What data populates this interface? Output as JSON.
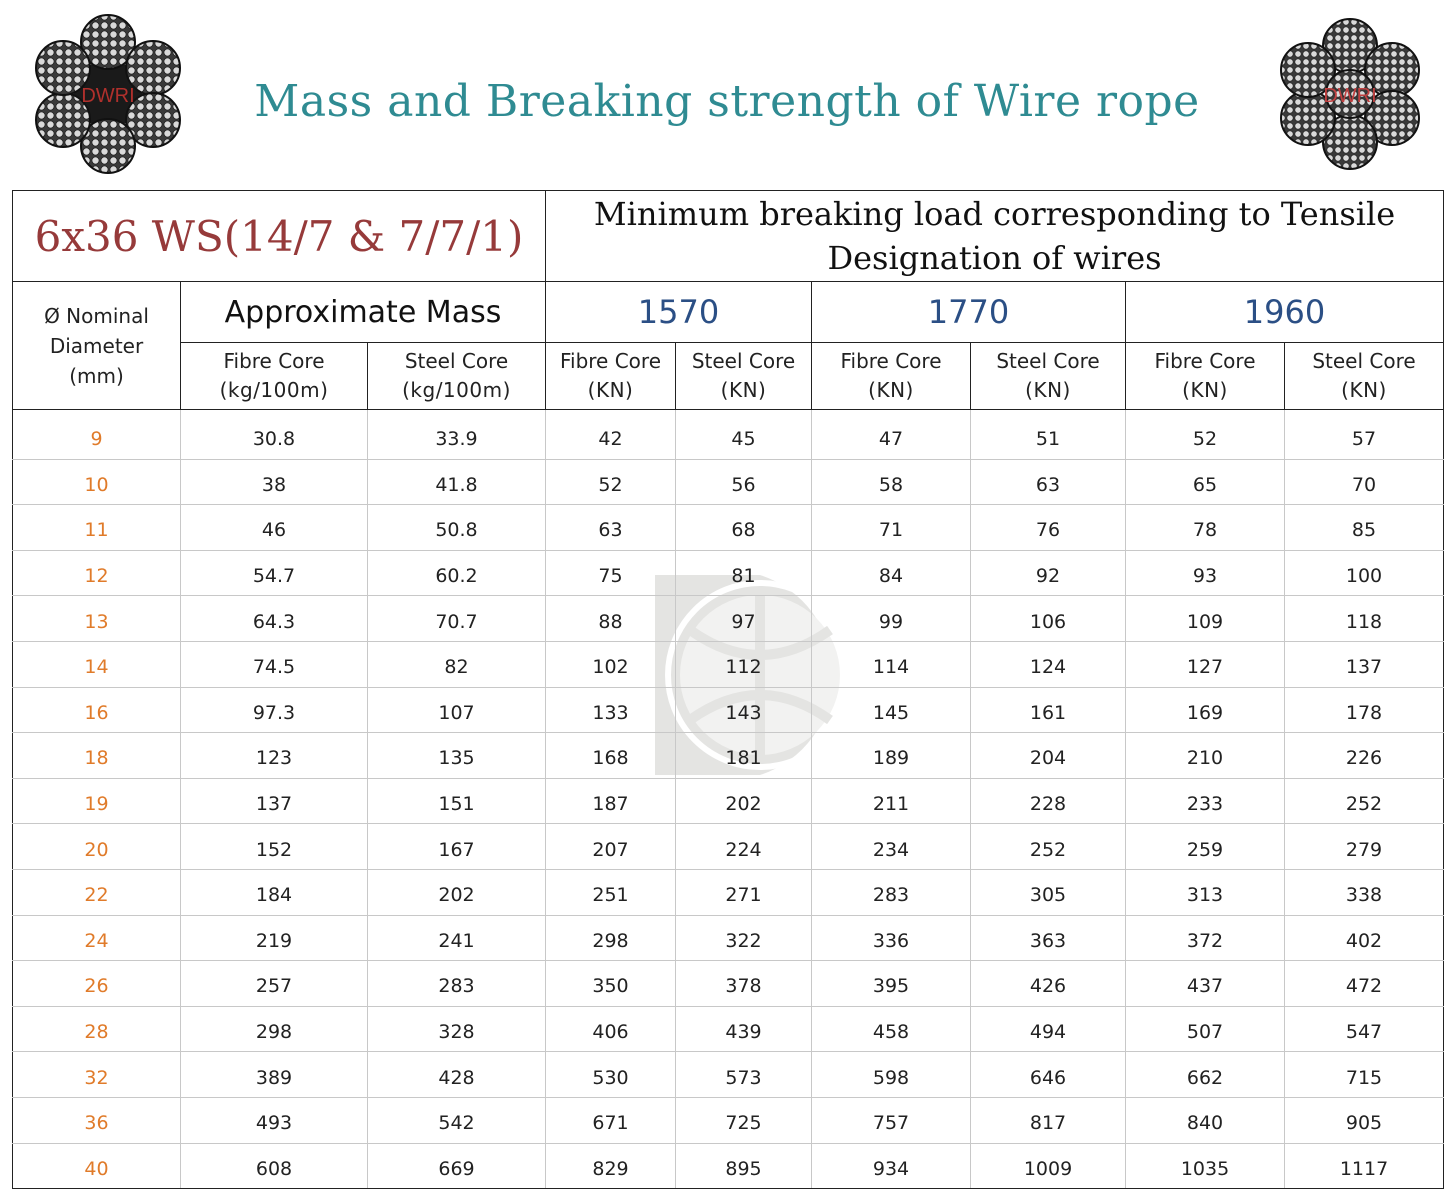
{
  "title": "Mass and Breaking strength of  Wire rope",
  "logos": {
    "left_text": "DWRI",
    "right_text": "DWRI"
  },
  "rope_type": "6x36 WS(14/7 & 7/7/1)",
  "mbl_header": {
    "line1": "Minimum breaking load corresponding to Tensile",
    "line2": "Designation of wires"
  },
  "nominal_header": {
    "line1": "Ø Nominal",
    "line2": "Diameter",
    "line3": "(mm)"
  },
  "mass_header": "Approximate Mass",
  "grades": [
    "1570",
    "1770",
    "1960"
  ],
  "subheaders": [
    {
      "line1": "Fibre Core",
      "line2": "(kg/100m)"
    },
    {
      "line1": "Steel Core",
      "line2": "(kg/100m)"
    },
    {
      "line1": "Fibre Core",
      "line2": "(KN)"
    },
    {
      "line1": "Steel Core",
      "line2": "(KN)"
    },
    {
      "line1": "Fibre Core",
      "line2": "(KN)"
    },
    {
      "line1": "Steel Core",
      "line2": "(KN)"
    },
    {
      "line1": "Fibre Core",
      "line2": "(KN)"
    },
    {
      "line1": "Steel Core",
      "line2": "(KN)"
    }
  ],
  "rows": [
    [
      "9",
      "30.8",
      "33.9",
      "42",
      "45",
      "47",
      "51",
      "52",
      "57"
    ],
    [
      "10",
      "38",
      "41.8",
      "52",
      "56",
      "58",
      "63",
      "65",
      "70"
    ],
    [
      "11",
      "46",
      "50.8",
      "63",
      "68",
      "71",
      "76",
      "78",
      "85"
    ],
    [
      "12",
      "54.7",
      "60.2",
      "75",
      "81",
      "84",
      "92",
      "93",
      "100"
    ],
    [
      "13",
      "64.3",
      "70.7",
      "88",
      "97",
      "99",
      "106",
      "109",
      "118"
    ],
    [
      "14",
      "74.5",
      "82",
      "102",
      "112",
      "114",
      "124",
      "127",
      "137"
    ],
    [
      "16",
      "97.3",
      "107",
      "133",
      "143",
      "145",
      "161",
      "169",
      "178"
    ],
    [
      "18",
      "123",
      "135",
      "168",
      "181",
      "189",
      "204",
      "210",
      "226"
    ],
    [
      "19",
      "137",
      "151",
      "187",
      "202",
      "211",
      "228",
      "233",
      "252"
    ],
    [
      "20",
      "152",
      "167",
      "207",
      "224",
      "234",
      "252",
      "259",
      "279"
    ],
    [
      "22",
      "184",
      "202",
      "251",
      "271",
      "283",
      "305",
      "313",
      "338"
    ],
    [
      "24",
      "219",
      "241",
      "298",
      "322",
      "336",
      "363",
      "372",
      "402"
    ],
    [
      "26",
      "257",
      "283",
      "350",
      "378",
      "395",
      "426",
      "437",
      "472"
    ],
    [
      "28",
      "298",
      "328",
      "406",
      "439",
      "458",
      "494",
      "507",
      "547"
    ],
    [
      "32",
      "389",
      "428",
      "530",
      "573",
      "598",
      "646",
      "662",
      "715"
    ],
    [
      "36",
      "493",
      "542",
      "671",
      "725",
      "757",
      "817",
      "840",
      "905"
    ],
    [
      "40",
      "608",
      "669",
      "829",
      "895",
      "934",
      "1009",
      "1035",
      "1117"
    ]
  ],
  "colors": {
    "title": "#2f8b92",
    "rope_type": "#963a3a",
    "grade": "#2b4f85",
    "diameter": "#e07b2a"
  }
}
